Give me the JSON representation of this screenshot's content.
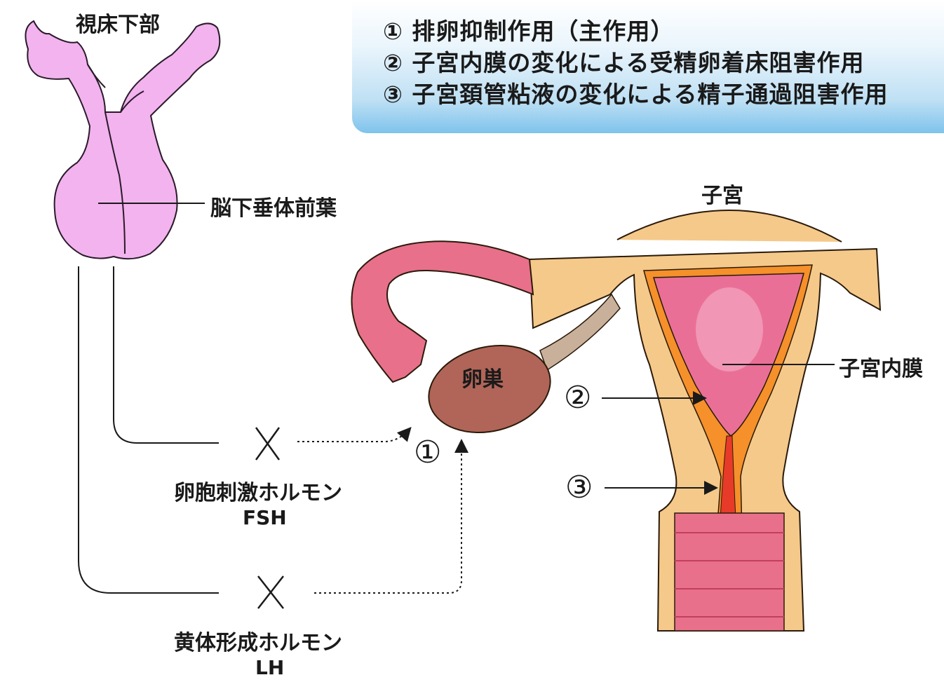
{
  "legend": {
    "item1": "① 排卵抑制作用（主作用）",
    "item2": "② 子宮内膜の変化による受精卵着床阻害作用",
    "item3": "③ 子宮頚管粘液の変化による精子通過阻害作用"
  },
  "labels": {
    "hypothalamus": "視床下部",
    "anterior_pituitary": "脳下垂体前葉",
    "uterus": "子宮",
    "endometrium": "子宮内膜",
    "ovary": "卵巣",
    "fsh_jp": "卵胞刺激ホルモン",
    "fsh_en": "FSH",
    "lh_jp": "黄体形成ホルモン",
    "lh_en": "LH",
    "marker1": "①",
    "marker2": "②",
    "marker3": "③"
  },
  "colors": {
    "pituitary": "#f2b3ee",
    "tube": "#e8708a",
    "uterus_body": "#f5c98a",
    "uterus_wall": "#f5902a",
    "endometrium": "#ea6f96",
    "ovary": "#b06558",
    "legend_bg": "#7ec3ec"
  }
}
